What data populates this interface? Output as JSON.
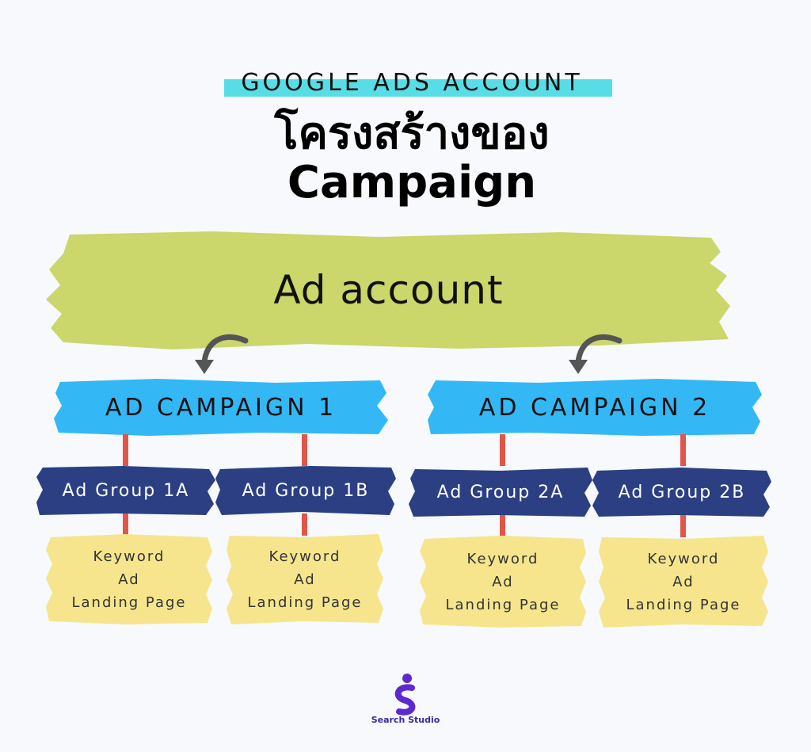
{
  "header": {
    "kicker": "GOOGLE ADS ACCOUNT",
    "title_th": "โครงสร้างของ",
    "title_en": "Campaign"
  },
  "account": {
    "label": "Ad account"
  },
  "campaigns": [
    {
      "label": "AD CAMPAIGN 1",
      "groups": [
        {
          "label": "Ad Group 1A",
          "items": [
            "Keyword",
            "Ad",
            "Landing Page"
          ]
        },
        {
          "label": "Ad Group 1B",
          "items": [
            "Keyword",
            "Ad",
            "Landing Page"
          ]
        }
      ]
    },
    {
      "label": "AD CAMPAIGN 2",
      "groups": [
        {
          "label": "Ad Group 2A",
          "items": [
            "Keyword",
            "Ad",
            "Landing Page"
          ]
        },
        {
          "label": "Ad Group 2B",
          "items": [
            "Keyword",
            "Ad",
            "Landing Page"
          ]
        }
      ]
    }
  ],
  "logo": {
    "text": "Search Studio"
  },
  "colors": {
    "background": "#f7f9fc",
    "highlight": "#58dde6",
    "account": "#cbd66b",
    "campaign": "#33b8f5",
    "group": "#2c3f83",
    "leaf": "#f6e58d",
    "connector": "#e0574a",
    "arrow": "#555555",
    "logo": "#5b2ad0"
  }
}
